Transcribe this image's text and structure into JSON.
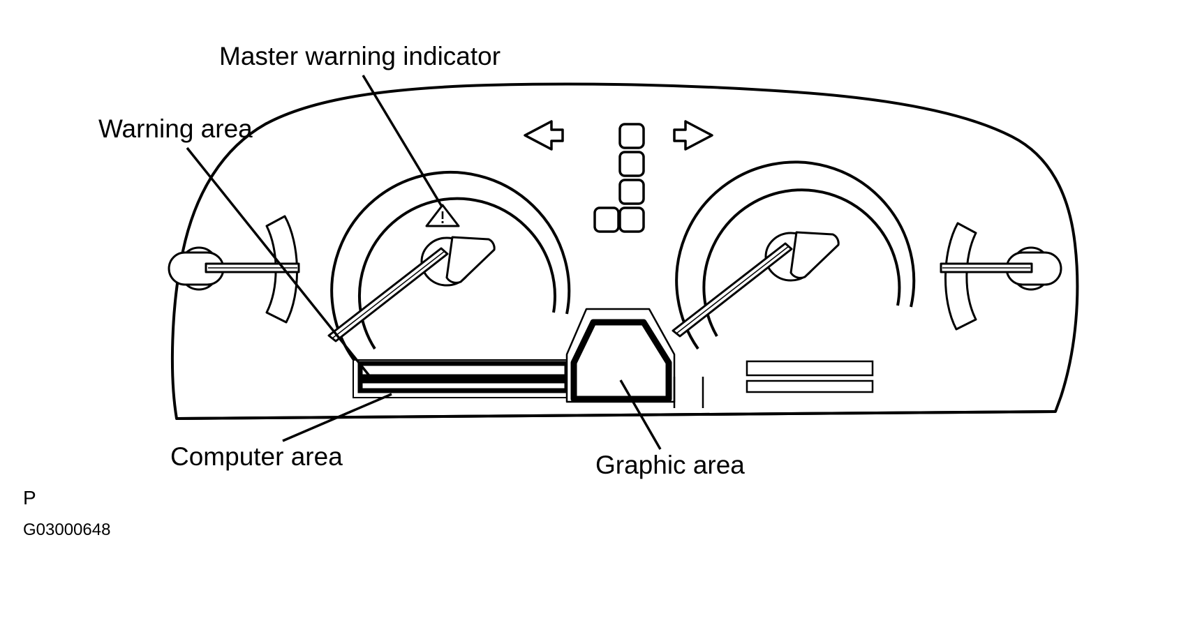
{
  "figure": {
    "title_labels": {
      "master_warning_indicator": "Master warning indicator",
      "warning_area": "Warning area",
      "computer_area": "Computer area",
      "graphic_area": "Graphic area"
    },
    "page_marker": "P",
    "figure_id": "G03000648",
    "colors": {
      "line": "#000000",
      "background": "#ffffff",
      "highlight": "#000000"
    },
    "subject": "vehicle instrument cluster diagram",
    "callouts": [
      {
        "label": "Master warning indicator",
        "target": "warning-triangle-icon",
        "leader_from": [
          520,
          108
        ],
        "leader_to": [
          634,
          296
        ]
      },
      {
        "label": "Warning area",
        "target": "computer-area-panel",
        "leader_from": [
          268,
          212
        ],
        "leader_to": [
          530,
          540
        ]
      },
      {
        "label": "Computer area",
        "target": "computer-area-panel",
        "leader_from": [
          405,
          632
        ],
        "leader_to": [
          560,
          565
        ]
      },
      {
        "label": "Graphic area",
        "target": "graphic-area-panel",
        "leader_from": [
          946,
          644
        ],
        "leader_to": [
          890,
          545
        ]
      }
    ],
    "cluster_elements": {
      "turn_signal_left": "left-arrow-icon",
      "turn_signal_right": "right-arrow-icon",
      "indicator_squares_column_count": 3,
      "indicator_squares_bottom_row_count": 2,
      "warning_indicator_symbol": "warning-triangle",
      "gauges": [
        {
          "name": "fuel-gauge-left",
          "needle_angle_deg": 0
        },
        {
          "name": "speedometer",
          "needle_angle_deg": 215
        },
        {
          "name": "tachometer",
          "needle_angle_deg": 215
        },
        {
          "name": "temperature-gauge-right",
          "needle_angle_deg": 0
        }
      ],
      "computer_area_bars": 2,
      "right_display_bars": 2
    }
  }
}
